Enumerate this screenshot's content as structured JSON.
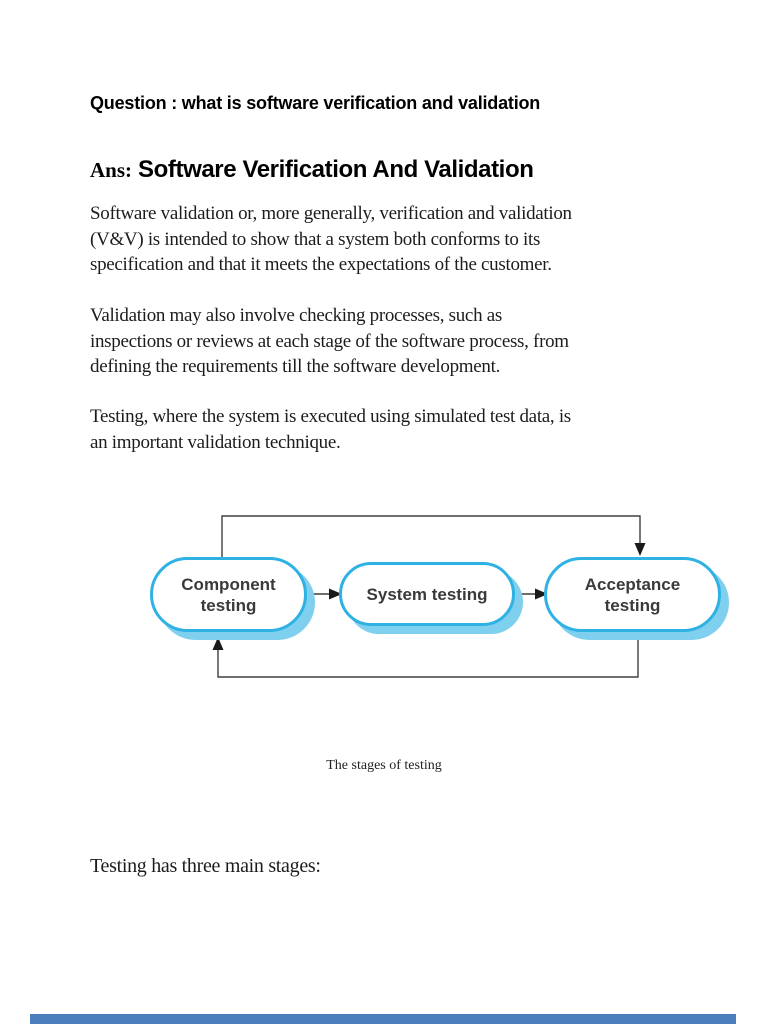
{
  "question_heading": "Question : what is software verification and validation",
  "answer_heading": {
    "prefix": "Ans:",
    "title": "Software Verification And Validation"
  },
  "paragraphs": {
    "p1": {
      "line1": "Software validation or, more generally, verification and validation",
      "line2": "(V&V) is intended to show that a system both conforms to its",
      "line3": "specification and that it meets the expectations of the customer."
    },
    "p2": {
      "line1": "Validation may also involve checking processes, such as",
      "line2": "inspections or reviews at each stage of the software process, from",
      "line3": "defining the requirements till the software development."
    },
    "p3": {
      "line1": "Testing, where the system is executed using simulated test data, is",
      "line2": "an important validation technique."
    }
  },
  "diagram": {
    "caption": "The stages of testing",
    "boxes": {
      "component": {
        "line1": "Component",
        "line2": "testing"
      },
      "system": {
        "line1": "System testing"
      },
      "acceptance": {
        "line1": "Acceptance",
        "line2": "testing"
      }
    },
    "colors": {
      "box_border": "#2fb2e3",
      "box_shadow": "#7ed0ee",
      "arrow_line": "#3f3f3f",
      "arrow_head": "#1a1a1a"
    }
  },
  "closing_text": "Testing has three main stages:",
  "footer": {
    "bar_color": "#4c7dbd"
  }
}
